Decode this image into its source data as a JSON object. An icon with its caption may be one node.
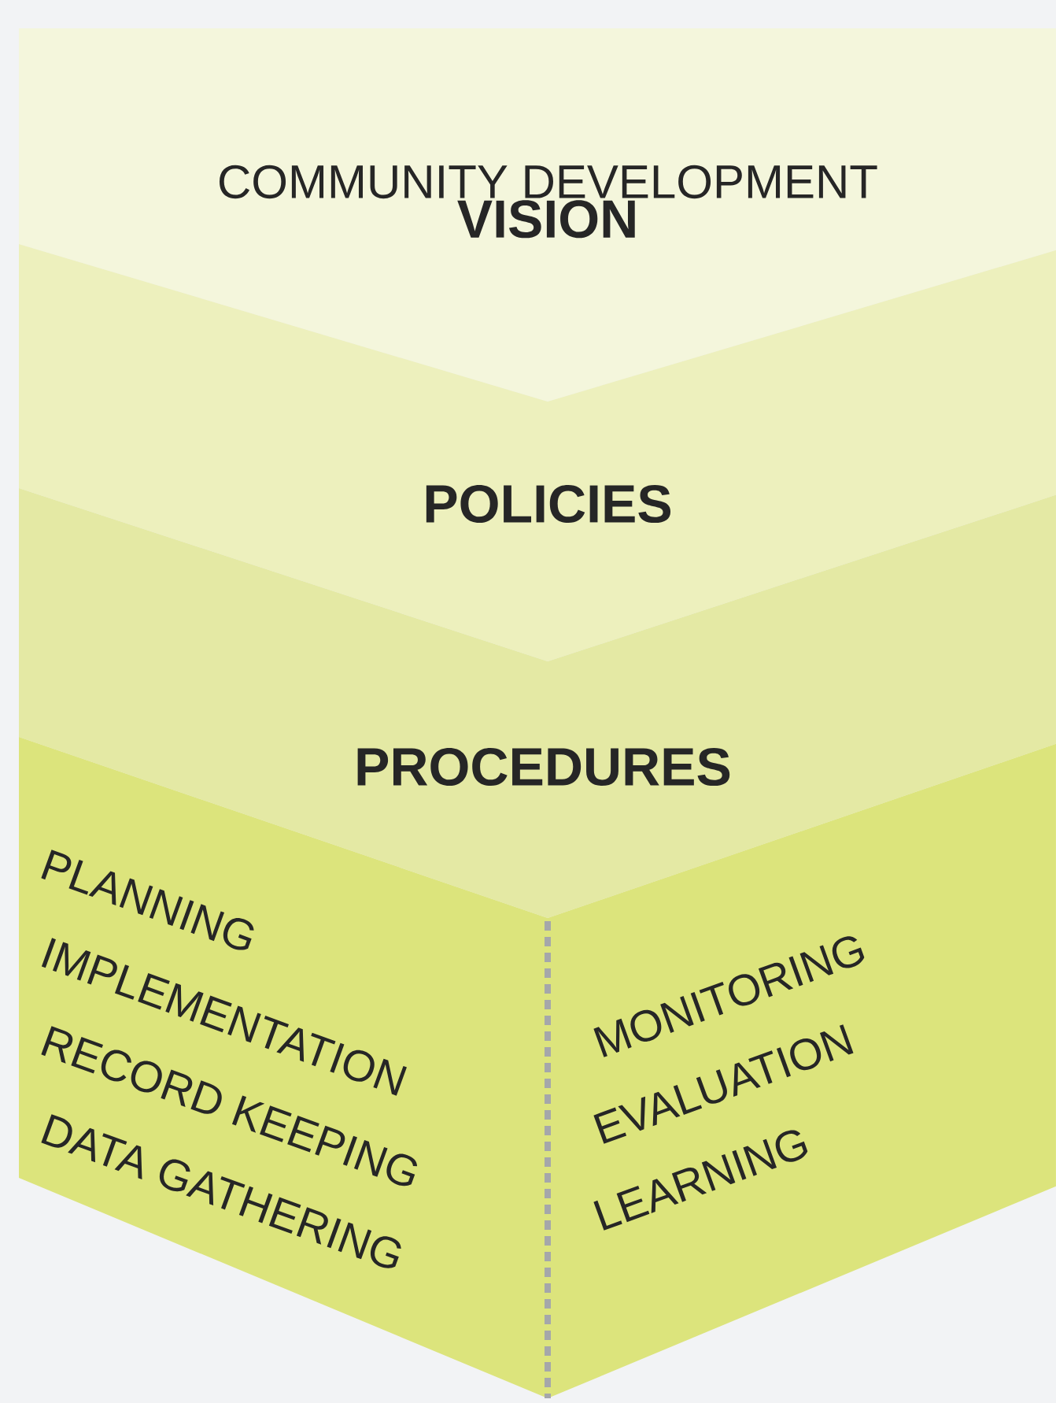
{
  "diagram": {
    "nodes": [
      {
        "text": [
          "COMMUNITY DEVELOPMENT",
          "VISION"
        ]
      },
      {
        "text": [
          "POLICIES"
        ]
      },
      {
        "text": [
          "PROCEDURES"
        ]
      },
      {
        "text": [
          "PLANNING",
          "IMPLEMENTATION",
          "RECORD KEEPING",
          "DATA GATHERING"
        ]
      },
      {
        "text": [
          "MONITORING",
          "EVALUATION",
          "LEARNING"
        ]
      }
    ]
  }
}
